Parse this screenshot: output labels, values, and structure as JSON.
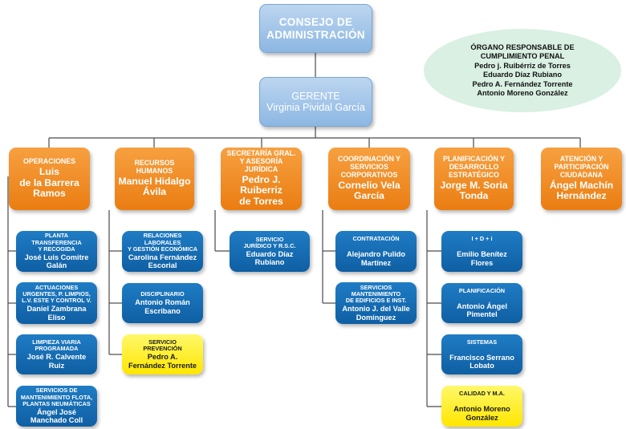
{
  "consejo": {
    "line1": "CONSEJO DE",
    "line2": "ADMINISTRACIÓN"
  },
  "gerente": {
    "title": "GERENTE",
    "name": "Virginia Pividal García"
  },
  "organo": {
    "title1": "ÓRGANO RESPONSABLE DE",
    "title2": "CUMPLIMIENTO PENAL",
    "members": [
      "Pedro j. Ruibérriz de Torres",
      "Eduardo Díaz Rubiano",
      "Pedro A. Fernández Torrente",
      "Antonio Moreno González"
    ]
  },
  "departments": [
    {
      "title": [
        "OPERACIONES"
      ],
      "name": [
        "Luis",
        "de la Barrera",
        "Ramos"
      ]
    },
    {
      "title": [
        "RECURSOS",
        "HUMANOS"
      ],
      "name": [
        "Manuel Hidalgo",
        "Ávila"
      ]
    },
    {
      "title": [
        "SECRETARÍA GRAL.",
        "Y ASESORÍA",
        "JURÍDICA"
      ],
      "name": [
        "Pedro J.",
        "Ruiberriz",
        "de Torres"
      ]
    },
    {
      "title": [
        "COORDINACIÓN Y",
        "SERVICIOS",
        "CORPORATIVOS"
      ],
      "name": [
        "Cornelio Vela",
        "García"
      ]
    },
    {
      "title": [
        "PLANIFICACIÓN Y",
        "DESARROLLO",
        "ESTRATÉGICO"
      ],
      "name": [
        "Jorge M. Soria",
        "Tonda"
      ]
    },
    {
      "title": [
        "ATENCIÓN Y",
        "PARTICIPACIÓN",
        "CIUDADANA"
      ],
      "name": [
        "Ángel Machín",
        "Hernández"
      ]
    }
  ],
  "subunits": [
    {
      "title": [
        "PLANTA",
        "TRANSFERENCIA",
        "Y RECOGIDA"
      ],
      "name": [
        "José Luis Comitre",
        "Galán"
      ]
    },
    {
      "title": [
        "ACTUACIONES",
        "URGENTES, P. LIMPIOS,",
        "L.V. ESTE Y CONTROL V."
      ],
      "name": [
        "Daniel Zambrana",
        "Eliso"
      ]
    },
    {
      "title": [
        "LIMPIEZA VIARIA",
        "PROGRAMADA"
      ],
      "name": [
        "José R. Calvente",
        "Ruiz"
      ]
    },
    {
      "title": [
        "SERVICIOS DE",
        "MANTENIMIENTO FLOTA,",
        "PLANTAS NEUMÁTICAS"
      ],
      "name": [
        "Ángel José",
        "Manchado Coll"
      ]
    },
    {
      "title": [
        "RELACIONES",
        "LABORALES",
        "Y GESTIÓN ECONÓMICA"
      ],
      "name": [
        "Carolina Fernández",
        "Escorial"
      ]
    },
    {
      "title": [
        "DISCIPLINARIO"
      ],
      "name": [
        "Antonio Román",
        "Escribano"
      ]
    },
    {
      "title": [
        "SERVICIO",
        "PREVENCIÓN"
      ],
      "name": [
        "Pedro A.",
        "Fernández Torrente"
      ]
    },
    {
      "title": [
        "SERVICIO",
        "JURÍDICO Y R.S.C."
      ],
      "name": [
        "Eduardo Díaz",
        "Rubiano"
      ]
    },
    {
      "title": [
        "CONTRATACIÓN"
      ],
      "name": [
        "Alejandro Pulido",
        "Martínez"
      ]
    },
    {
      "title": [
        "SERVICIOS",
        "MANTENIMIENTO",
        "DE EDIFICIOS E INST."
      ],
      "name": [
        "Antonio J. del Valle",
        "Domínguez"
      ]
    },
    {
      "title": [
        "I + D + i"
      ],
      "name": [
        "Emilio Benítez",
        "Flores"
      ]
    },
    {
      "title": [
        "PLANIFICACIÓN"
      ],
      "name": [
        "Antonio Ángel",
        "Pimentel"
      ]
    },
    {
      "title": [
        "SISTEMAS"
      ],
      "name": [
        "Francisco Serrano",
        "Lobato"
      ]
    },
    {
      "title": [
        "CALIDAD Y M.A."
      ],
      "name": [
        "Antonio Moreno",
        "González"
      ]
    }
  ],
  "colors": {
    "board": "#9fc3e8",
    "department": "#f08a1e",
    "unit": "#1668b0",
    "highlight": "#fff200",
    "oval": "#d9f0e3",
    "connector": "#4a4a4a"
  }
}
